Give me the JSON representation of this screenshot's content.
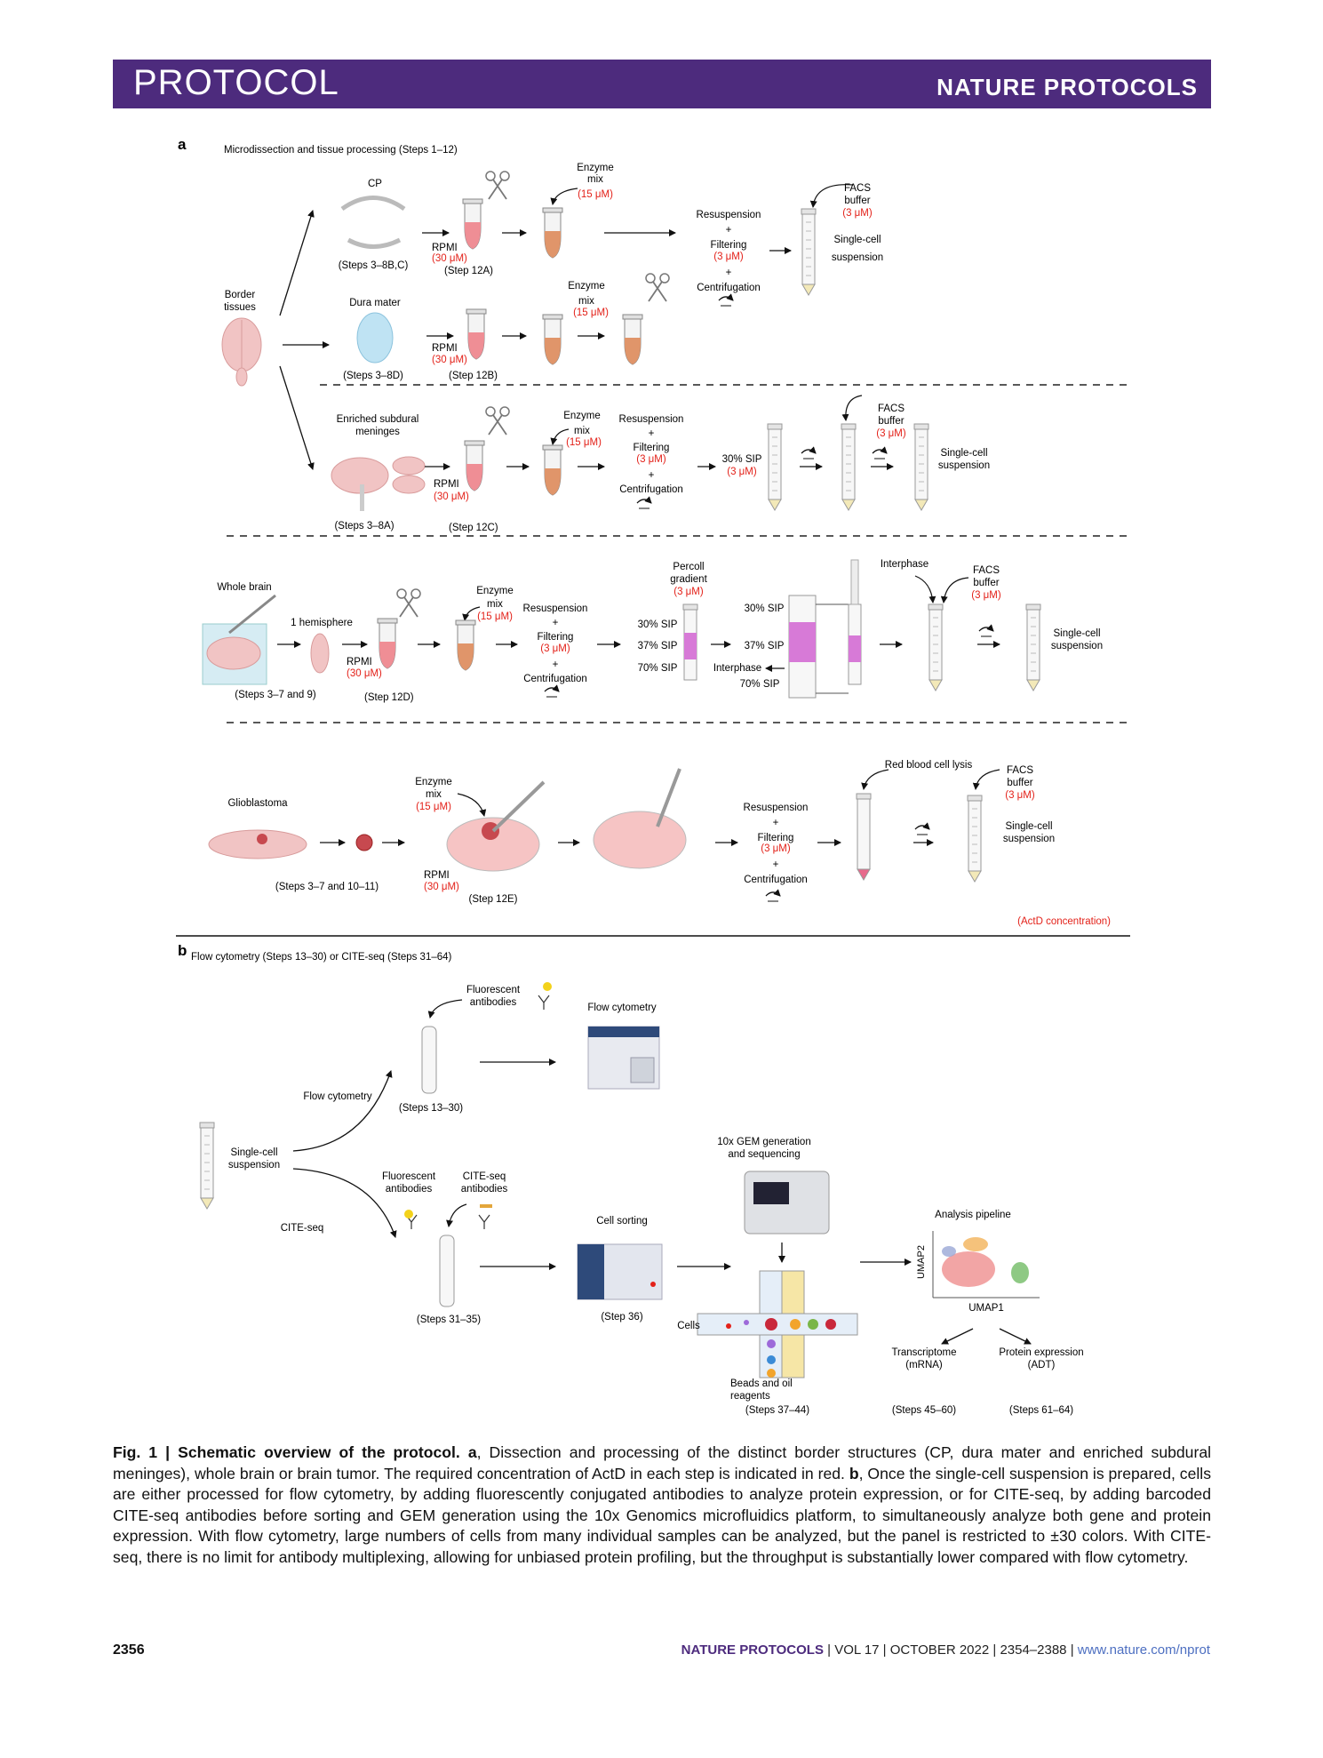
{
  "header": {
    "left": "PROTOCOL",
    "right": "NATURE PROTOCOLS"
  },
  "panel_a": {
    "letter": "a",
    "title": "Microdissection and tissue processing (Steps 1–12)",
    "border_tissues": "Border\ntissues",
    "cp": {
      "label": "CP",
      "steps": "(Steps 3–8B,C)",
      "rpmi": "RPMI",
      "rpmi_conc": "(30 μM)",
      "step": "(Step 12A)",
      "enzyme": "Enzyme\nmix",
      "enzyme_conc": "(15 μM)"
    },
    "dura": {
      "label": "Dura mater",
      "steps": "(Steps 3–8D)",
      "rpmi": "RPMI",
      "rpmi_conc": "(30 μM)",
      "step": "(Step 12B)",
      "enzyme": "Enzyme\nmix",
      "enzyme_conc": "(15 μM)"
    },
    "resusp": {
      "line1": "Resuspension",
      "plus": "+",
      "line2": "Filtering",
      "conc": "(3 μM)",
      "line3": "Centrifugation"
    },
    "facs": {
      "label": "FACS\nbuffer",
      "conc": "(3 μM)"
    },
    "single_cell": "Single-cell\nsuspension",
    "subdural": {
      "label": "Enriched subdural\nmeninges",
      "steps": "(Steps 3–8A)",
      "rpmi": "RPMI",
      "rpmi_conc": "(30 μM)",
      "step": "(Step 12C)",
      "enzyme": "Enzyme\nmix",
      "enzyme_conc": "(15 μM)",
      "sip": "30% SIP",
      "sip_conc": "(3 μM)"
    },
    "brain": {
      "label": "Whole brain",
      "hemisphere": "1 hemisphere",
      "steps": "(Steps 3–7 and 9)",
      "rpmi": "RPMI",
      "rpmi_conc": "(30 μM)",
      "step": "(Step 12D)",
      "enzyme": "Enzyme\nmix",
      "enzyme_conc": "(15 μM)",
      "percoll": "Percoll\ngradient",
      "percoll_conc": "(3 μM)",
      "sip30": "30% SIP",
      "sip37": "37% SIP",
      "sip70": "70% SIP",
      "interphase": "Interphase"
    },
    "gbm": {
      "label": "Glioblastoma",
      "steps": "(Steps 3–7 and 10–11)",
      "rpmi": "RPMI",
      "rpmi_conc": "(30 μM)",
      "step": "(Step 12E)",
      "enzyme": "Enzyme\nmix",
      "enzyme_conc": "(15 μM)",
      "rbc": "Red blood cell lysis"
    },
    "note": "(ActD concentration)"
  },
  "panel_b": {
    "letter": "b",
    "title": "Flow cytometry (Steps 13–30) or CITE-seq (Steps 31–64)",
    "single_cell": "Single-cell\nsuspension",
    "flow_branch": "Flow cytometry",
    "cite_branch": "CITE-seq",
    "fluor_ab": "Fluorescent\nantibodies",
    "cite_ab": "CITE-seq\nantibodies",
    "flow_cytometry": "Flow cytometry",
    "steps_13_30": "(Steps 13–30)",
    "steps_31_35": "(Steps 31–35)",
    "cell_sorting": "Cell sorting",
    "step_36": "(Step 36)",
    "gem": "10x GEM generation\nand sequencing",
    "cells": "Cells",
    "beads": "Beads and oil\nreagents",
    "steps_37_44": "(Steps 37–44)",
    "analysis": "Analysis pipeline",
    "umap1": "UMAP1",
    "umap2": "UMAP2",
    "transcriptome": "Transcriptome\n(mRNA)",
    "protein": "Protein expression\n(ADT)",
    "steps_45_60": "(Steps 45–60)",
    "steps_61_64": "(Steps 61–64)"
  },
  "caption": {
    "fig": "Fig. 1 | Schematic overview of the protocol.",
    "a": "a",
    "text_a": ", Dissection and processing of the distinct border structures (CP, dura mater and enriched subdural meninges), whole brain or brain tumor. The required concentration of ActD in each step is indicated in red. ",
    "b": "b",
    "text_b": ", Once the single-cell suspension is prepared, cells are either processed for flow cytometry, by adding fluorescently conjugated antibodies to analyze protein expression, or for CITE-seq, by adding barcoded CITE-seq antibodies before sorting and GEM generation using the 10x Genomics microfluidics platform, to simultaneously analyze both gene and protein expression. With flow cytometry, large numbers of cells from many individual samples can be analyzed, but the panel is restricted to ±30 colors. With CITE-seq, there is no limit for antibody multiplexing, allowing for unbiased protein profiling, but the throughput is substantially lower compared with flow cytometry."
  },
  "footer": {
    "page": "2356",
    "journal": "NATURE PROTOCOLS",
    "vol": "VOL 17",
    "month": "OCTOBER 2022",
    "pages": "2354–2388",
    "url": "www.nature.com/nprot"
  }
}
